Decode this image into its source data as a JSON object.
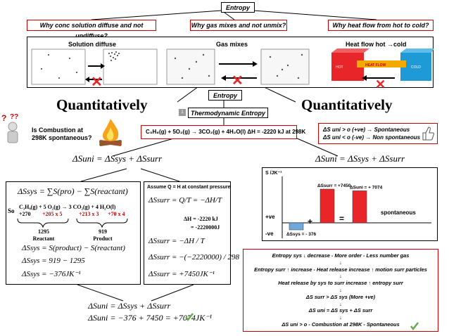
{
  "header": {
    "title": "Entropy",
    "questions": [
      "Why conc solution diffuse and not undiffuse?",
      "Why  gas mixes and not unmix?",
      "Why  heat flow from hot to cold?"
    ]
  },
  "panels": {
    "solution": "Solution diffuse",
    "gas": "Gas mixes",
    "heat": "Heat flow hot →cold",
    "hot": "HOT",
    "heat_flow": "HEAT FLOW",
    "cold": "COLD"
  },
  "center": {
    "entropy": "Entropy",
    "thermo_index": "1",
    "thermo": "Thermodynamic Entropy",
    "quant_left": "Quantitatively",
    "quant_right": "Quantitatively",
    "question_l1": "Is Combustion at",
    "question_l2": "298K spontaneous?",
    "reaction": "C₃H₈(g) +  5O₂(g) → 3CO₂(g) + 4H₂O(l)  ΔH = -2220 kJ at 298K"
  },
  "criteria": {
    "line1": "ΔS uni > o (+ve) → Spontaneous",
    "line2": "ΔS uni < o  (-ve) → Non spontaneous"
  },
  "equations": {
    "suni_left": "ΔSuni = ΔSsys + ΔSsurr",
    "suni_right": "ΔSuni = ΔSsys + ΔSsurr"
  },
  "left_box": {
    "ssys_def": "ΔSsys = ∑S(pro) − ∑S(reactant)",
    "so_label": "So",
    "species": "C₃H₈(g)   +   5 O₂(g)  →  3 CO₂(g)  +  4 H₂O(l)",
    "values_a": "+270",
    "values_b": "+205 x 5",
    "values_c": "+213 x 3",
    "values_d": "+70 x 4",
    "reactant_val": "1295",
    "reactant_label": "Reactant",
    "product_val": "919",
    "product_label": "Product",
    "line1": "ΔSsys = S(product) − S(reactant)",
    "line2": "ΔSsys = 919 − 1295",
    "line3": "ΔSsys = −376JK⁻¹"
  },
  "mid_box": {
    "assume": "Assume Q = H at constant pressure",
    "eq1": "ΔSsurr = Q/T = −ΔH/T",
    "dh1": "ΔH = -2220 kJ",
    "dh2": "= -2220000J",
    "eq2": "ΔSsurr = −ΔH / T",
    "eq3": "ΔSsurr = −(−2220000) / 298",
    "eq4": "ΔSsurr = +7450JK⁻¹"
  },
  "bottom": {
    "eq1": "ΔSuni = ΔSsys + ΔSsurr",
    "eq2": "ΔSuni = −376 + 7450 = +7074JK⁻¹"
  },
  "chart_data": {
    "type": "bar",
    "ylabel": "S /JK⁻¹",
    "pos_label": "+ve",
    "neg_label": "-ve",
    "categories": [
      "ΔSsys",
      "ΔSsurr",
      "ΔSuni"
    ],
    "values": [
      -376,
      7450,
      7074
    ],
    "data_labels": [
      "ΔSsys = - 376",
      "ΔSsurr = +7450",
      "ΔSuni = + 7074"
    ],
    "plus": "+",
    "equals": "=",
    "annotation": "spontaneous",
    "colors": [
      "#6fa8dc",
      "#e8262a",
      "#e8262a"
    ]
  },
  "summary": [
    "Entropy sys ↓ decrease - More order -  Less number gas",
    "↓",
    "Entropy surr ↑ increase - Heat release increase ↑ motion surr particles",
    "↓",
    "Heat release by sys to surr increase ↑ entropy surr",
    "↓",
    "ΔS surr > ΔS sys (More +ve)",
    "↓",
    "ΔS uni = ΔS sys + ΔS surr",
    "↓",
    "ΔS uni > o - Combustion at 298K - Spontaneous"
  ],
  "colors": {
    "red": "#cc0000",
    "blue": "#2e75b6",
    "hot": "#e8262a",
    "cold": "#1e9bd7"
  }
}
